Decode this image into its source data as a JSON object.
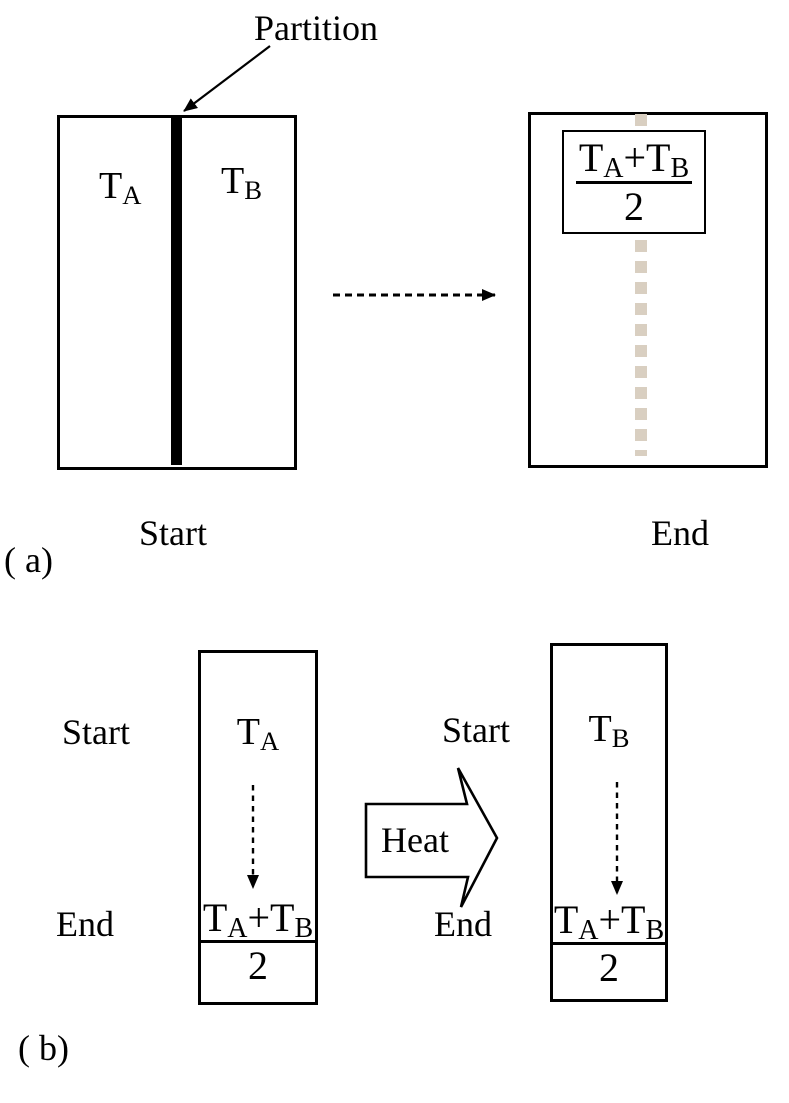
{
  "figure": {
    "panel_a_label": "( a)",
    "panel_b_label": "( b)"
  },
  "symbols": {
    "T": "T",
    "sub_a": "A",
    "sub_b": "B",
    "plus": "+",
    "half_denominator": "2"
  },
  "panel_a": {
    "partition_callout": "Partition",
    "start_caption": "Start",
    "end_caption": "End"
  },
  "panel_b": {
    "heat_arrow_label": "Heat",
    "left_start_caption": "Start",
    "left_end_caption": "End",
    "right_start_caption": "Start",
    "right_end_caption": "End"
  },
  "colors": {
    "ink": "#000000",
    "paper": "#ffffff",
    "faded_partition_dash": "#d9cfc1"
  }
}
